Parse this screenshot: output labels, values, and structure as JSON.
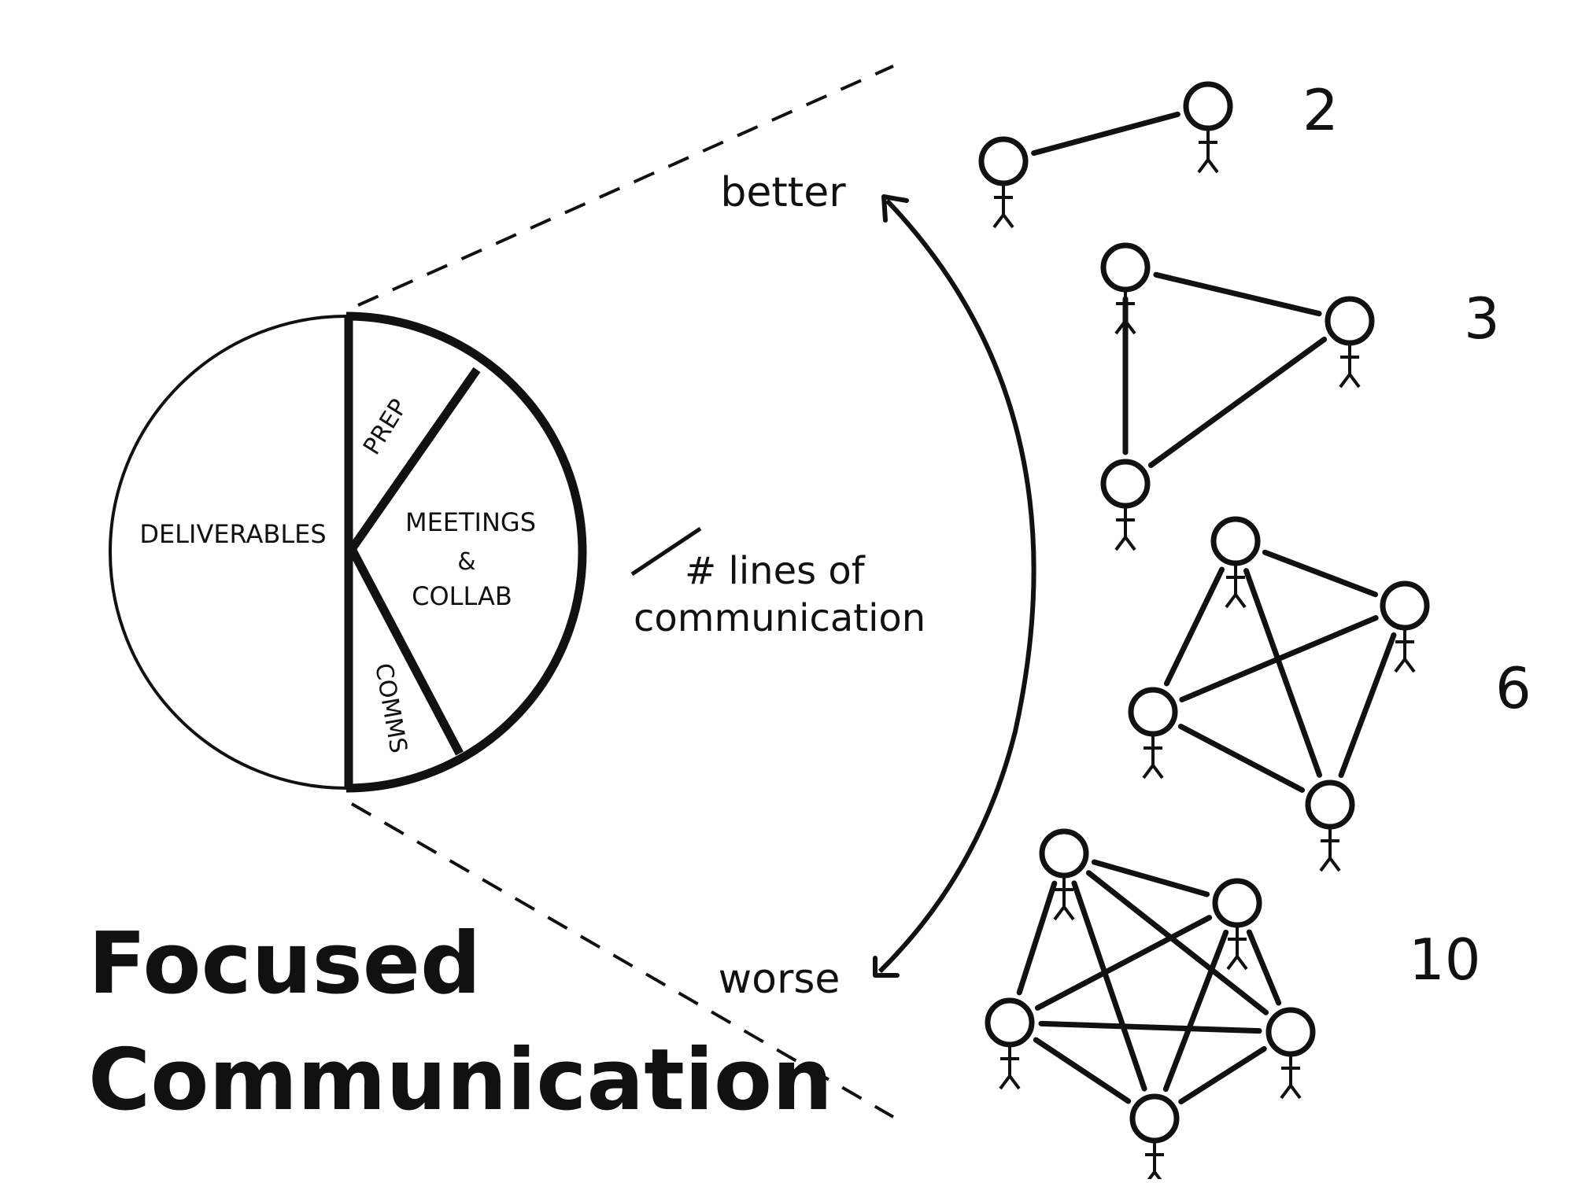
{
  "title": {
    "line1": "Focused",
    "line2": "Communication"
  },
  "pie": {
    "segments": [
      "DELIVERABLES",
      "PREP",
      "MEETINGS",
      "&",
      "COLLAB",
      "COMMS"
    ]
  },
  "arrow": {
    "top_label": "better",
    "bottom_label": "worse"
  },
  "legend": {
    "line1": "# lines of",
    "line2": "communication"
  },
  "groups": [
    {
      "people": 2,
      "lines": "2"
    },
    {
      "people": 3,
      "lines": "3"
    },
    {
      "people": 4,
      "lines": "6"
    },
    {
      "people": 5,
      "lines": "10"
    }
  ],
  "colors": {
    "ink": "#111111",
    "background": "#ffffff"
  }
}
